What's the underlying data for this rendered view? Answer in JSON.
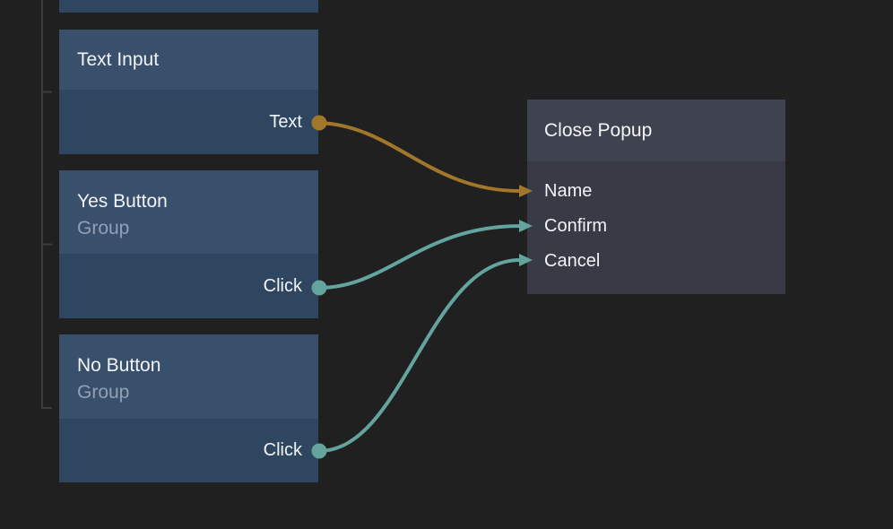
{
  "canvas": {
    "background_color": "#202021",
    "rail_color": "#3a3d40"
  },
  "colors": {
    "node_header": "#39506d",
    "node_body": "#2e4660",
    "popup_header": "#3f434f",
    "popup_body": "#383b46",
    "title_text": "#f2f4f7",
    "subtitle_text": "#93a0b2",
    "string_wire": "#a1782b",
    "signal_wire": "#63a49f"
  },
  "nodes": {
    "text_input": {
      "title": "Text Input",
      "outputs": [
        {
          "label": "Text"
        }
      ]
    },
    "yes_button": {
      "title": "Yes Button",
      "subtitle": "Group",
      "outputs": [
        {
          "label": "Click"
        }
      ]
    },
    "no_button": {
      "title": "No Button",
      "subtitle": "Group",
      "outputs": [
        {
          "label": "Click"
        }
      ]
    },
    "close_popup": {
      "title": "Close Popup",
      "inputs": [
        "Name",
        "Confirm",
        "Cancel"
      ]
    }
  },
  "connections": [
    {
      "from_node": "Text Input",
      "from_port": "Text",
      "to_node": "Close Popup",
      "to_port": "Name",
      "color": "#a1782b"
    },
    {
      "from_node": "Yes Button",
      "from_port": "Click",
      "to_node": "Close Popup",
      "to_port": "Confirm",
      "color": "#63a49f"
    },
    {
      "from_node": "No Button",
      "from_port": "Click",
      "to_node": "Close Popup",
      "to_port": "Cancel",
      "color": "#63a49f"
    }
  ]
}
